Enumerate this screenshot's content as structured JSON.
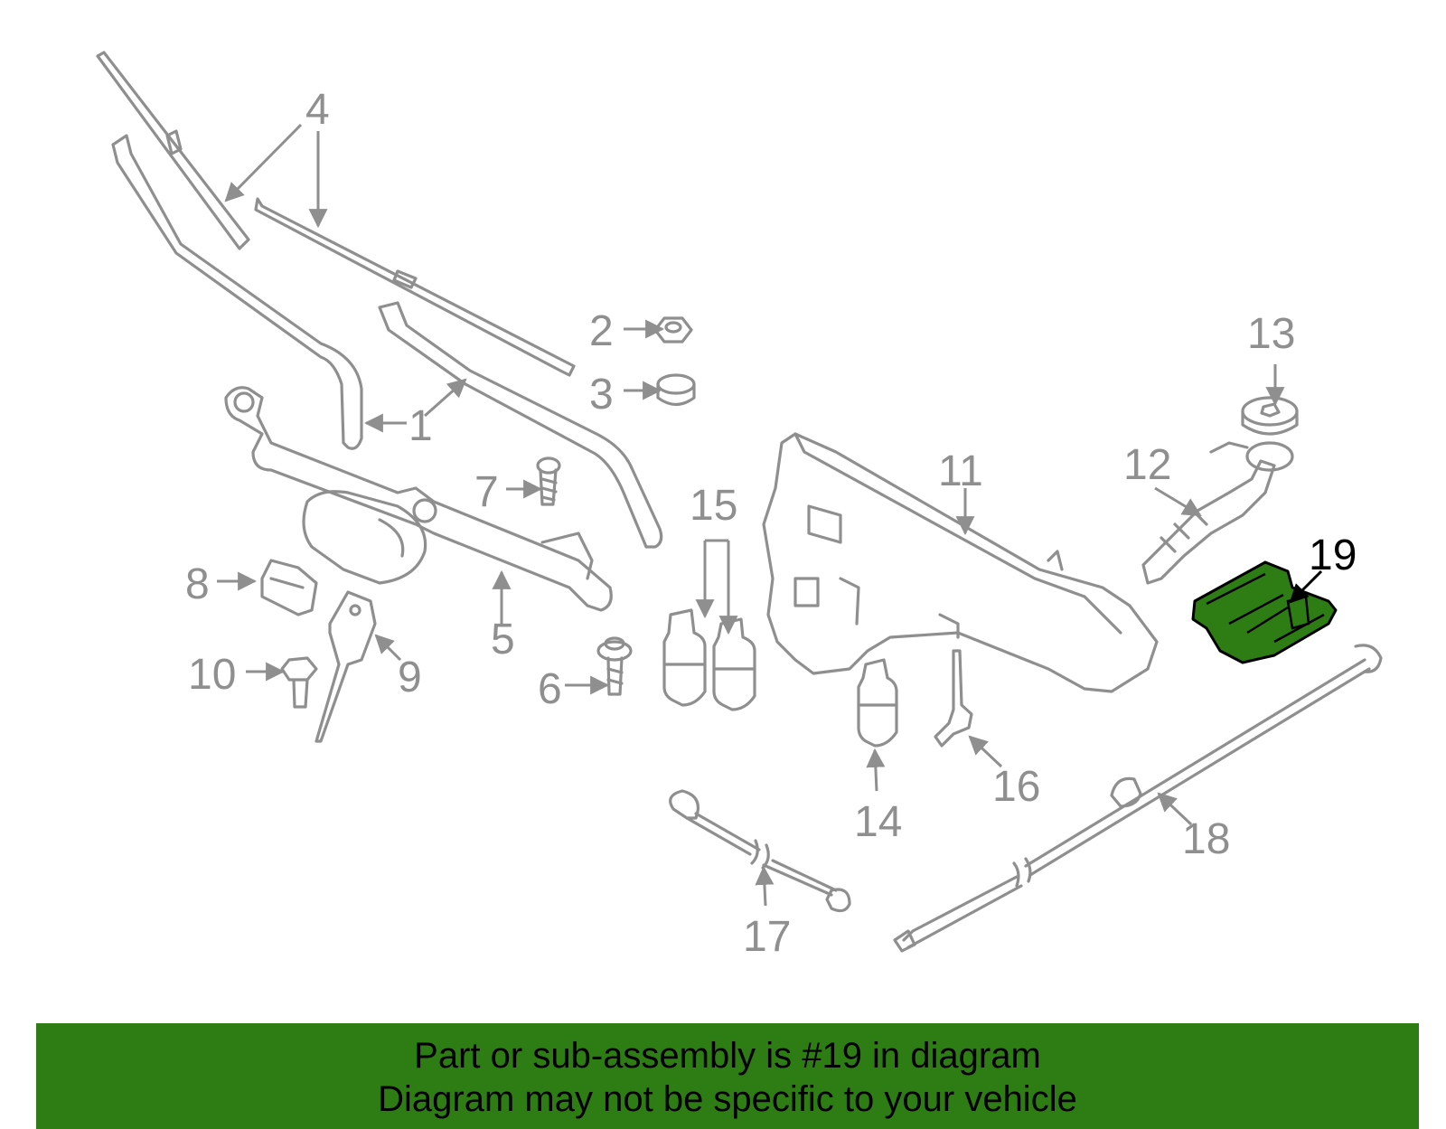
{
  "callouts": {
    "c1": "1",
    "c2": "2",
    "c3": "3",
    "c4": "4",
    "c5": "5",
    "c6": "6",
    "c7": "7",
    "c8": "8",
    "c9": "9",
    "c10": "10",
    "c11": "11",
    "c12": "12",
    "c13": "13",
    "c14": "14",
    "c15": "15",
    "c16": "16",
    "c17": "17",
    "c18": "18",
    "c19": "19"
  },
  "highlight": {
    "part_number": "19",
    "color": "#2e7d14"
  },
  "banner": {
    "line1": "Part or sub-assembly is #19 in diagram",
    "line2": "Diagram may not be specific to your vehicle"
  },
  "colors": {
    "part_stroke": "#8f8f8f",
    "highlight_fill": "#2e7d14",
    "banner_bg": "#2e7d14"
  }
}
